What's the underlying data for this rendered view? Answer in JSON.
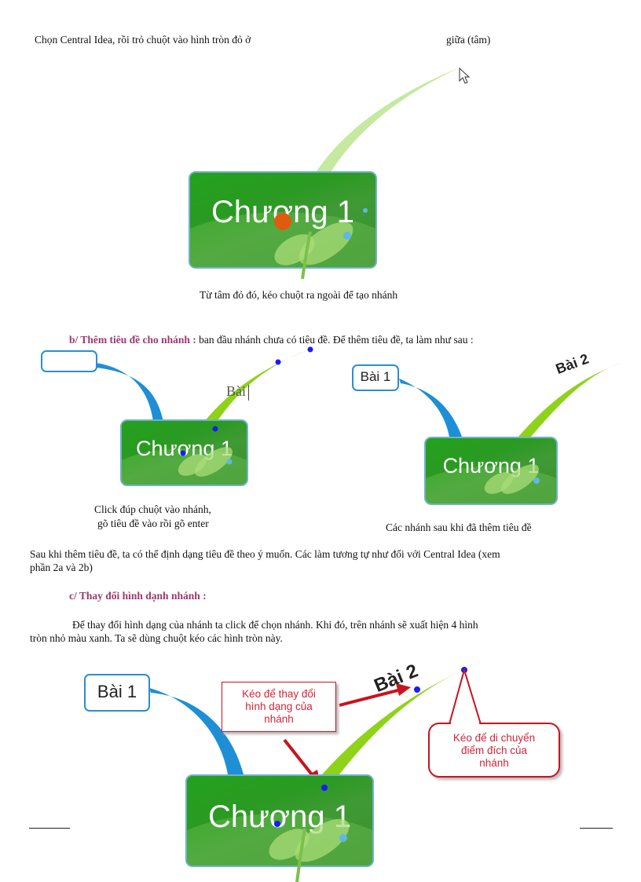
{
  "intro": {
    "line_left": "Chọn Central Idea, rồi trỏ chuột vào hình tròn đỏ ở",
    "line_right": "giữa (tâm)"
  },
  "figure1": {
    "topic_label": "Chương 1",
    "caption": "Từ tâm đỏ đó, kéo chuột ra ngoài để tạo nhánh",
    "cursor_icon": "mouse-pointer-arrow"
  },
  "section_b": {
    "heading": "b/ Thêm tiêu đề cho nhánh :",
    "text": " ban đầu nhánh chưa có tiêu đề. Để thêm tiêu đề, ta làm như sau :"
  },
  "figure2_left": {
    "topic_label": "Chương 1",
    "typing_text": "Bài",
    "caption_line1": "Click đúp chuột vào nhánh,",
    "caption_line2": "gõ tiêu đề vào rồi gõ enter"
  },
  "figure2_right": {
    "topic_label": "Chương 1",
    "branch1_label": "Bài 1",
    "branch2_label": "Bài 2",
    "caption": "Các nhánh sau khi đã thêm tiêu đề"
  },
  "paragraph_after_b": {
    "line1": "Sau khi thêm tiêu đề, ta có thể định dạng tiêu đề theo ý muốn. Các làm tương tự như đối với Central Idea (xem",
    "line2": "phần 2a và 2b)"
  },
  "section_c": {
    "heading": "c/ Thay đổi hình dạnh nhánh :",
    "line1": "Để thay đổi hình dạng của nhánh ta click để chọn nhánh. Khi đó, trên nhánh sẽ xuất hiện 4 hình",
    "line2": "tròn nhỏ màu xanh. Ta sẽ dùng chuột kéo các hình tròn này."
  },
  "figure3": {
    "topic_label": "Chương 1",
    "branch1_label": "Bài 1",
    "branch2_label": "Bài 2",
    "callout_shape_l1": "Kéo để thay đổi",
    "callout_shape_l2": "hình dạng của",
    "callout_shape_l3": "nhánh",
    "callout_move_l1": "Kéo để di chuyển",
    "callout_move_l2": "điểm đích của",
    "callout_move_l3": "nhánh"
  },
  "colors": {
    "heading": "#9b3a6e",
    "topic_green": "#2a9a22",
    "branch_blue": "#1e8fd6",
    "branch_lime": "#8fd21a",
    "handle_blue": "#1a1aff",
    "callout_red": "#d0263a",
    "center_dot": "#e05a10"
  }
}
